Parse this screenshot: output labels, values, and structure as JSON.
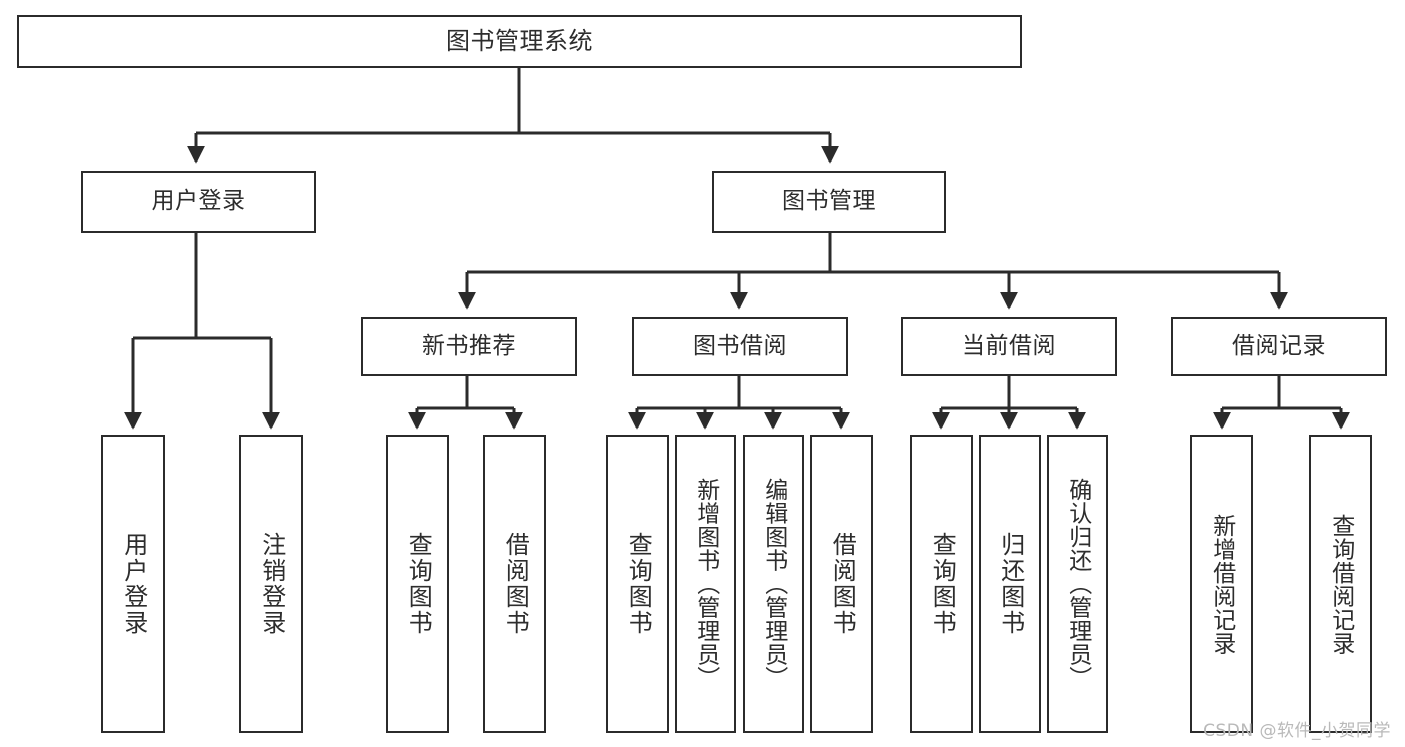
{
  "diagram": {
    "title": "图书管理系统",
    "watermark": "CSDN @软件_小贺同学",
    "line_color": "#2b2b2b",
    "box_fill": "#ffffff",
    "text_color": "#2d2d2d",
    "levels": {
      "root": {
        "label": "图书管理系统"
      },
      "level2": [
        {
          "label": "用户登录"
        },
        {
          "label": "图书管理"
        }
      ],
      "level3": [
        {
          "label": "新书推荐"
        },
        {
          "label": "图书借阅"
        },
        {
          "label": "当前借阅"
        },
        {
          "label": "借阅记录"
        }
      ],
      "leaves": {
        "user_login": [
          {
            "label": "用户登录"
          },
          {
            "label": "注销登录"
          }
        ],
        "new_book": [
          {
            "label": "查询图书"
          },
          {
            "label": "借阅图书"
          }
        ],
        "book_borrow": [
          {
            "label": "查询图书"
          },
          {
            "label": "新增图书（管理员）"
          },
          {
            "label": "编辑图书（管理员）"
          },
          {
            "label": "借阅图书"
          }
        ],
        "current_borrow": [
          {
            "label": "查询图书"
          },
          {
            "label": "归还图书"
          },
          {
            "label": "确认归还（管理员）"
          }
        ],
        "borrow_record": [
          {
            "label": "新增借阅记录"
          },
          {
            "label": "查询借阅记录"
          }
        ]
      }
    }
  }
}
